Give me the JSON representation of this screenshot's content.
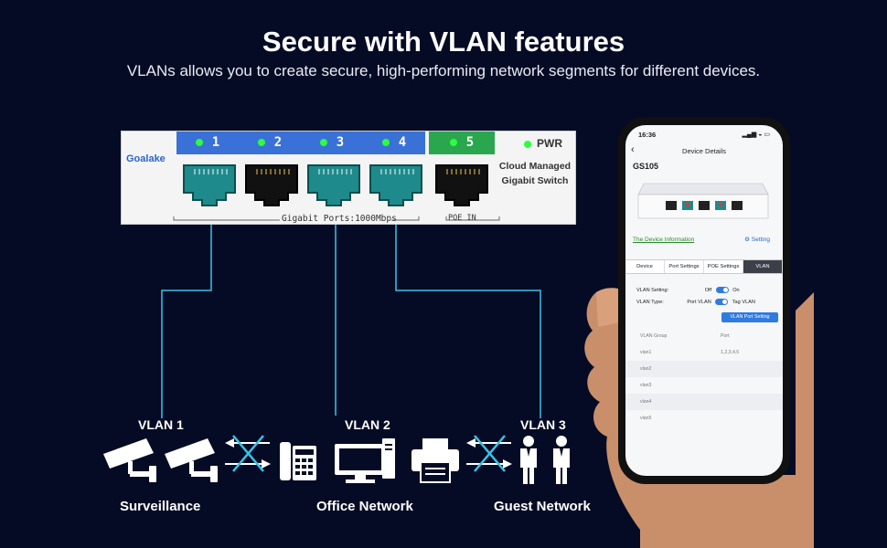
{
  "header": {
    "title": "Secure with VLAN features",
    "subtitle": "VLANs allows you to create secure, high-performing network segments for different devices."
  },
  "switch": {
    "brand": "Goalake",
    "ports": [
      "1",
      "2",
      "3",
      "4",
      "5"
    ],
    "pwr_label": "PWR",
    "model_line1": "Cloud Managed",
    "model_line2": "Gigabit Switch",
    "ports_label": "Gigabit Ports:1000Mbps",
    "poe_label": "POE IN",
    "colors": {
      "port_bar": "#3a71d6",
      "poe_bar": "#2aa64e",
      "led": "#2bff3e",
      "vlan_port": "#1f8a8c"
    }
  },
  "vlans": [
    {
      "label": "VLAN 1",
      "category": "Surveillance"
    },
    {
      "label": "VLAN 2",
      "category": "Office Network"
    },
    {
      "label": "VLAN 3",
      "category": "Guest Network"
    }
  ],
  "phone": {
    "time": "16:36",
    "nav_title": "Device Details",
    "device_name": "GS105",
    "device_info_link": "The Device Information",
    "setting_link": "Setting",
    "tabs": [
      "Device",
      "Port Settings",
      "POE Settings",
      "VLAN"
    ],
    "active_tab": "VLAN",
    "vlan_setting_label": "VLAN Setting:",
    "vlan_setting_off": "Off",
    "vlan_setting_on": "On",
    "vlan_type_label": "VLAN Type:",
    "vlan_type_port": "Port VLAN",
    "vlan_type_tag": "Tag VLAN",
    "vlan_port_setting_button": "VLAN Port Setting",
    "table_headers": [
      "VLAN Group",
      "Port"
    ],
    "rows": [
      {
        "group": "vlan1",
        "port": "1,2,3,4,5"
      },
      {
        "group": "vlan2",
        "port": ""
      },
      {
        "group": "vlan3",
        "port": ""
      },
      {
        "group": "vlan4",
        "port": ""
      },
      {
        "group": "vlan5",
        "port": ""
      }
    ]
  }
}
